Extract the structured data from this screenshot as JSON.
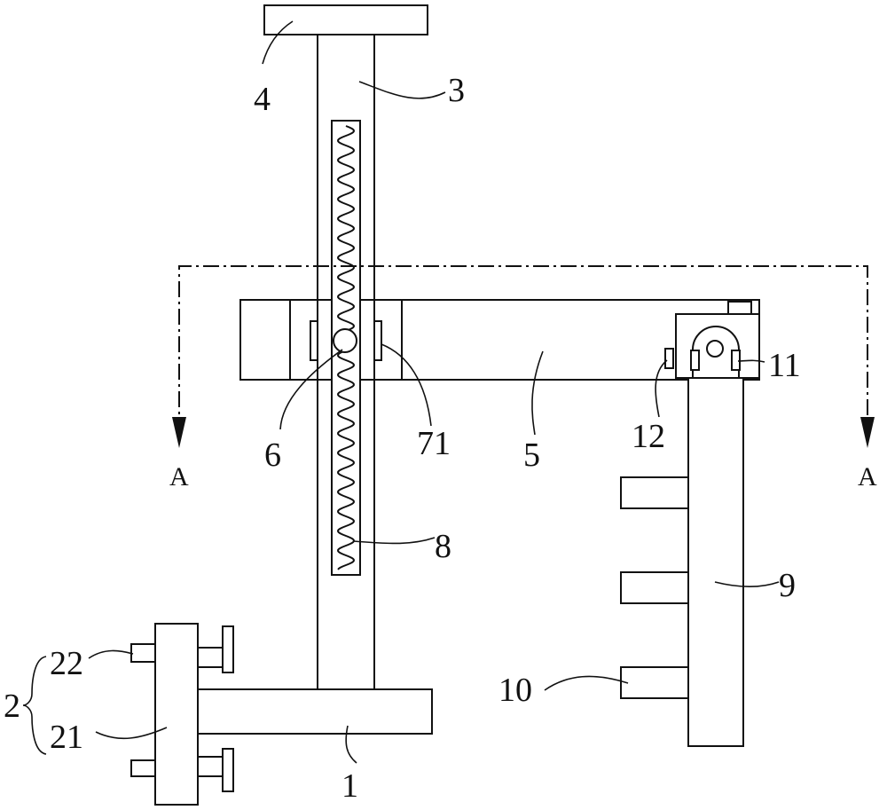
{
  "labels": {
    "l1": "1",
    "l2": "2",
    "l21": "21",
    "l22": "22",
    "l3": "3",
    "l4": "4",
    "l5": "5",
    "l6": "6",
    "l71": "71",
    "l8": "8",
    "l9": "9",
    "l10": "10",
    "l11": "11",
    "l12": "12",
    "sectionLeft": "A",
    "sectionRight": "A"
  }
}
